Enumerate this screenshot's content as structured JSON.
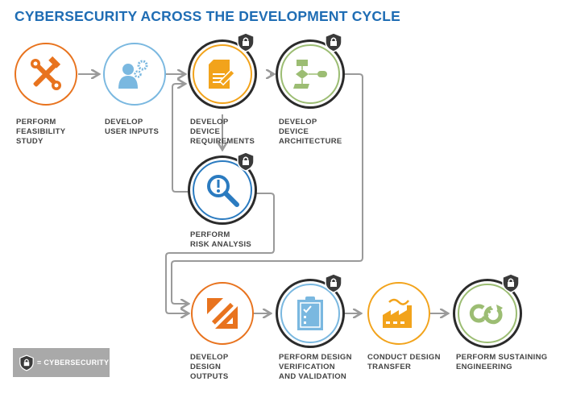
{
  "title": "CYBERSECURITY ACROSS THE DEVELOPMENT CYCLE",
  "colors": {
    "title": "#1f6db4",
    "orange": "#e8731e",
    "light_blue": "#7ab8e0",
    "yellow": "#f2a31b",
    "green": "#9cbd73",
    "blue": "#2b7bc0",
    "connector": "#9a9a9a",
    "shield": "#3a3a3a"
  },
  "steps": [
    {
      "label": "PERFORM\nFEASIBILITY\nSTUDY",
      "icon": "tools-icon",
      "cybersecurity": false
    },
    {
      "label": "DEVELOP\nUSER INPUTS",
      "icon": "user-gears-icon",
      "cybersecurity": false
    },
    {
      "label": "DEVELOP\nDEVICE\nREQUIREMENTS",
      "icon": "document-pencil-icon",
      "cybersecurity": true
    },
    {
      "label": "DEVELOP\nDEVICE\nARCHITECTURE",
      "icon": "flowchart-icon",
      "cybersecurity": true
    },
    {
      "label": "PERFORM\nRISK ANALYSIS",
      "icon": "magnifier-alert-icon",
      "cybersecurity": true
    },
    {
      "label": "DEVELOP\nDESIGN\nOUTPUTS",
      "icon": "ruler-pencil-icon",
      "cybersecurity": false
    },
    {
      "label": "PERFORM DESIGN\nVERIFICATION\nAND VALIDATION",
      "icon": "clipboard-check-icon",
      "cybersecurity": true
    },
    {
      "label": "CONDUCT DESIGN\nTRANSFER",
      "icon": "factory-icon",
      "cybersecurity": false
    },
    {
      "label": "PERFORM SUSTAINING\nENGINEERING",
      "icon": "cycle-arrows-icon",
      "cybersecurity": true
    }
  ],
  "legend": {
    "label": "= CYBERSECURITY",
    "icon": "shield-lock-icon"
  }
}
